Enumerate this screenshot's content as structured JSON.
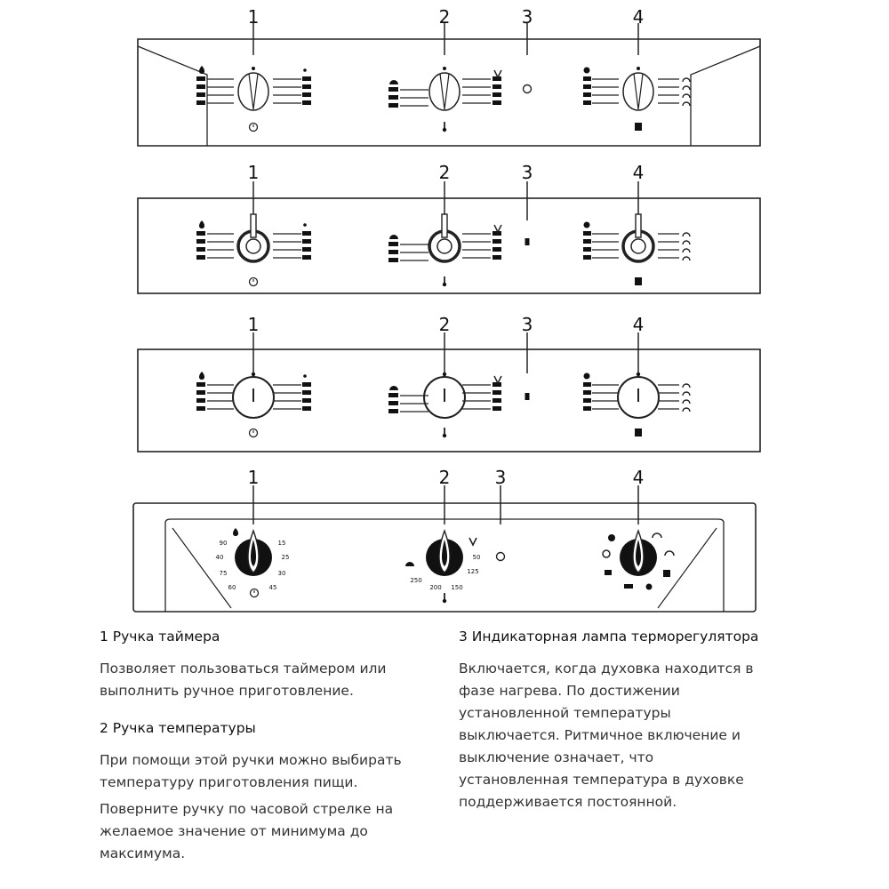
{
  "panels": [
    {
      "variant": "slanted",
      "callouts": [
        "1",
        "2",
        "3",
        "4"
      ]
    },
    {
      "variant": "ring",
      "callouts": [
        "1",
        "2",
        "3",
        "4"
      ]
    },
    {
      "variant": "round",
      "callouts": [
        "1",
        "2",
        "3",
        "4"
      ]
    },
    {
      "variant": "recessed",
      "callouts": [
        "1",
        "2",
        "3",
        "4"
      ]
    }
  ],
  "scale_labels": {
    "timer_left": [
      "90",
      "40",
      "75",
      "60"
    ],
    "timer_right": [
      "15",
      "25",
      "30",
      "45"
    ],
    "temperature": [
      "50",
      "125",
      "150",
      "200",
      "250"
    ]
  },
  "icons": {
    "timer_top": "flame-icon",
    "timer_bottom": "clock-icon",
    "temperature_bottom": "thermometer-icon",
    "function_bottom": "oven-icon"
  },
  "legend": {
    "item1": {
      "title": "1 Ручка таймера",
      "lines": [
        "Позволяет пользоваться таймером или",
        "выполнить ручное приготовление."
      ]
    },
    "item2": {
      "title": "2 Ручка температуры",
      "lines": [
        "При помощи этой ручки можно выбирать",
        "температуру приготовления пищи."
      ],
      "lines2": [
        "Поверните ручку по часовой стрелке на",
        "желаемое значение от минимума до",
        "максимума."
      ]
    },
    "item3": {
      "title": "3 Индикаторная лампа терморегулятора",
      "lines": [
        "Включается, когда духовка находится в",
        "фазе нагрева. По достижении",
        "установленной температуры",
        "выключается. Ритмичное включение и",
        "выключение означает, что",
        "установленная температура в духовке",
        "поддерживается постоянной."
      ]
    }
  }
}
